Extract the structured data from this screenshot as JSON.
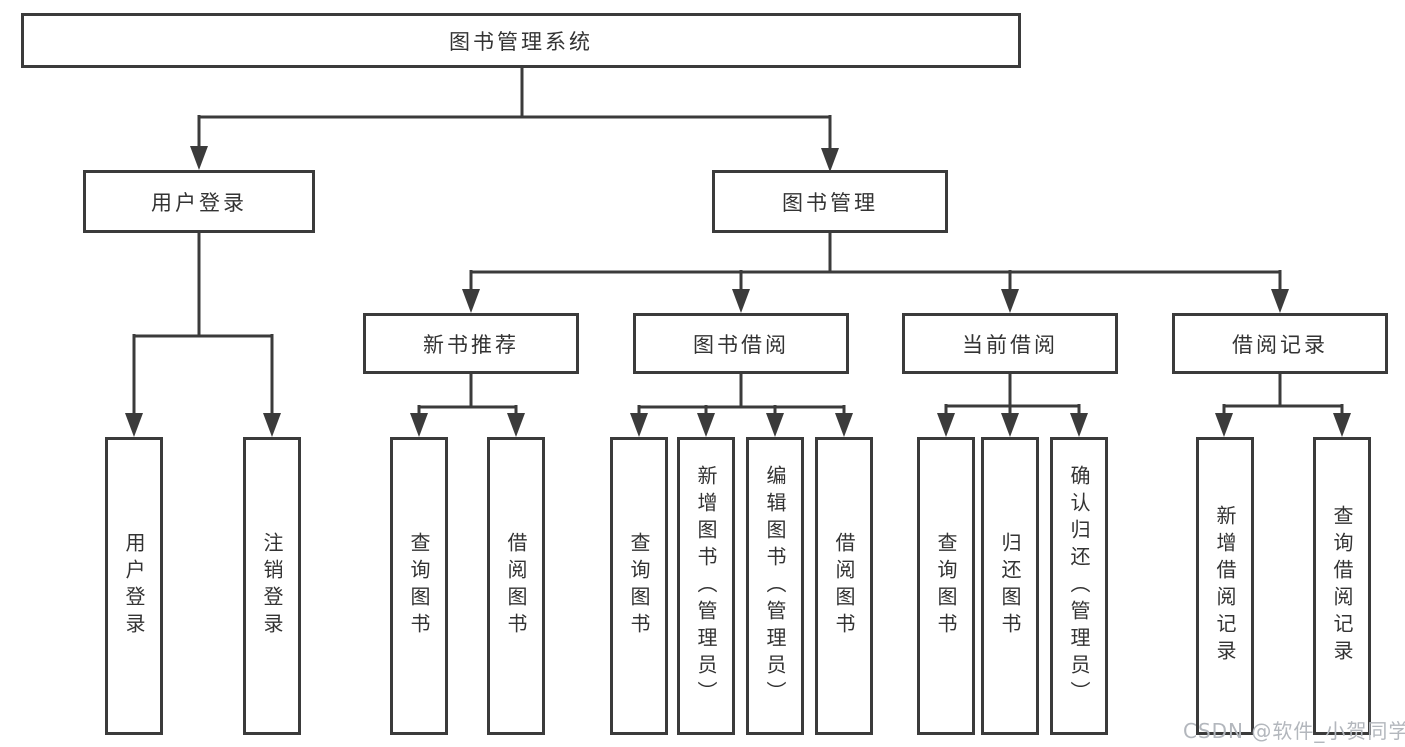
{
  "tree": {
    "label": "图书管理系统",
    "children": [
      {
        "label": "用户登录",
        "children": [
          {
            "label": "用户登录"
          },
          {
            "label": "注销登录"
          }
        ]
      },
      {
        "label": "图书管理",
        "children": [
          {
            "label": "新书推荐",
            "children": [
              {
                "label": "查询图书"
              },
              {
                "label": "借阅图书"
              }
            ]
          },
          {
            "label": "图书借阅",
            "children": [
              {
                "label": "查询图书"
              },
              {
                "label": "新增图书（管理员）"
              },
              {
                "label": "编辑图书（管理员）"
              },
              {
                "label": "借阅图书"
              }
            ]
          },
          {
            "label": "当前借阅",
            "children": [
              {
                "label": "查询图书"
              },
              {
                "label": "归还图书"
              },
              {
                "label": "确认归还（管理员）"
              }
            ]
          },
          {
            "label": "借阅记录",
            "children": [
              {
                "label": "新增借阅记录"
              },
              {
                "label": "查询借阅记录"
              }
            ]
          }
        ]
      }
    ]
  },
  "watermark": {
    "text": "CSDN @软件_小贺同学"
  },
  "colors": {
    "line": "#3b3b3b",
    "text": "#333333",
    "watermark": "#b3b7bd",
    "background": "#ffffff"
  }
}
